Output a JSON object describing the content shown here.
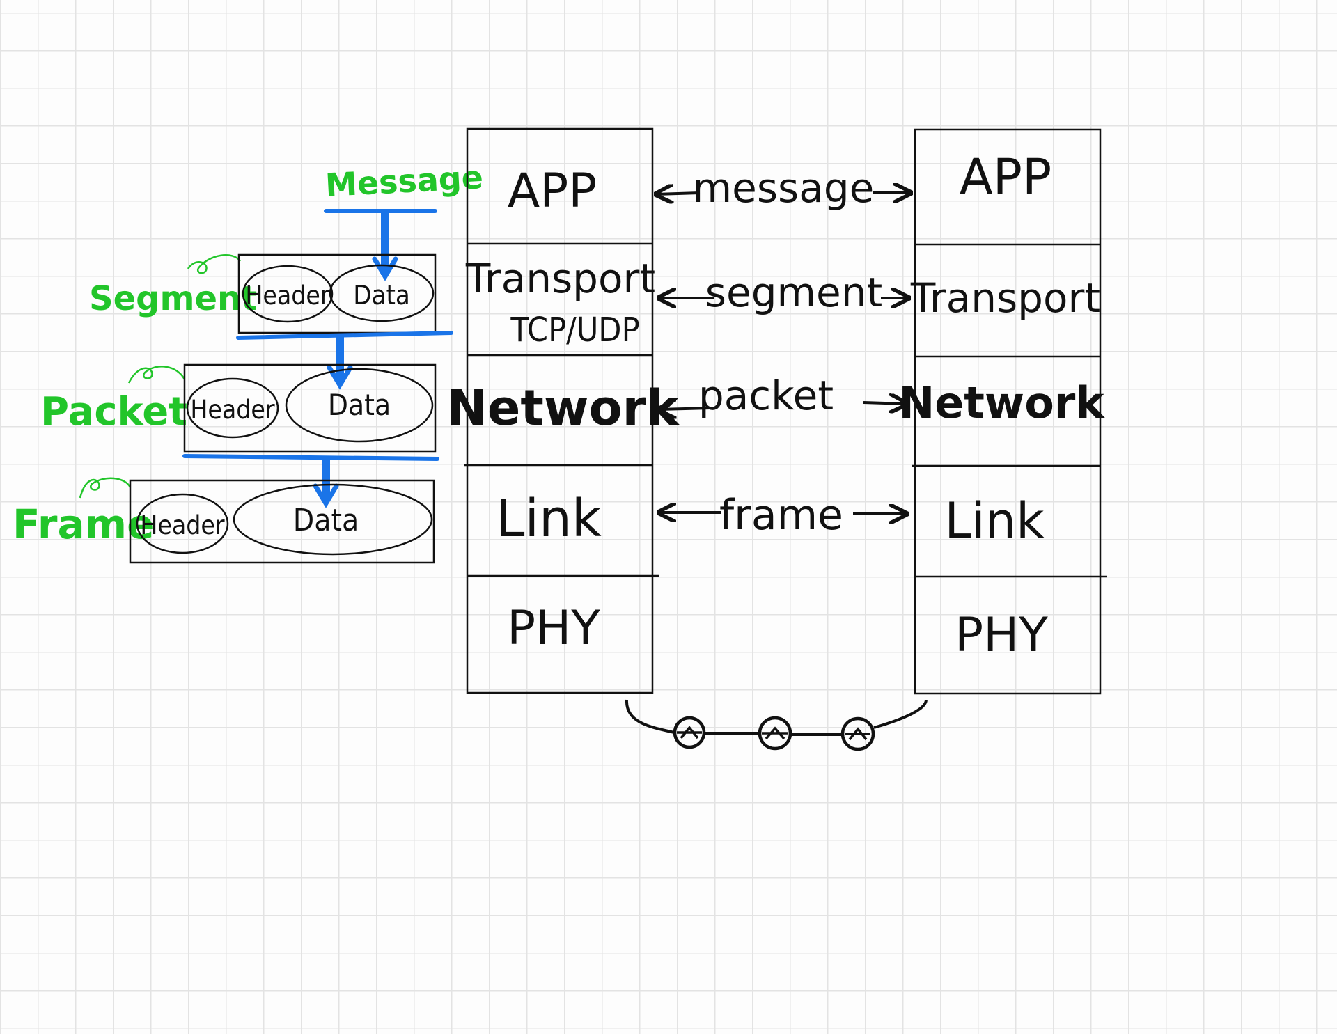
{
  "encapsulation": {
    "message_label": "Message",
    "segment_label": "Segment",
    "packet_label": "Packet",
    "frame_label": "Frame",
    "header_text": "Header",
    "data_text": "Data"
  },
  "left_stack": {
    "app": "APP",
    "transport": "Transport",
    "transport_sub": "TCP/UDP",
    "network": "Network",
    "link": "Link",
    "phy": "PHY"
  },
  "right_stack": {
    "app": "APP",
    "transport": "Transport",
    "network": "Network",
    "link": "Link",
    "phy": "PHY"
  },
  "peer_arrows": {
    "app": "message",
    "transport": "segment",
    "network": "packet",
    "link": "frame"
  },
  "colors": {
    "ink": "#111111",
    "green_labels": "#22c52a",
    "blue_arrows": "#1a74e8",
    "grid": "#e3e3e3"
  },
  "icons": {
    "router": "router-icon"
  }
}
